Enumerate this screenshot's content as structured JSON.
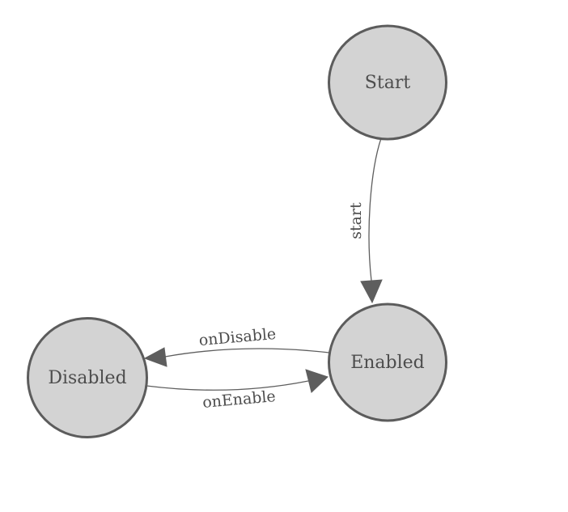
{
  "diagram": {
    "type": "state-machine",
    "colors": {
      "background": "#ffffff",
      "node_fill": "#d3d3d3",
      "node_stroke": "#5c5c5c",
      "edge": "#5e5e5e",
      "text": "#4d4d4d"
    },
    "nodes": [
      {
        "id": "start",
        "label": "Start"
      },
      {
        "id": "enabled",
        "label": "Enabled"
      },
      {
        "id": "disabled",
        "label": "Disabled"
      }
    ],
    "edges": [
      {
        "from": "start",
        "to": "enabled",
        "label": "start"
      },
      {
        "from": "enabled",
        "to": "disabled",
        "label": "onDisable"
      },
      {
        "from": "disabled",
        "to": "enabled",
        "label": "onEnable"
      }
    ]
  }
}
